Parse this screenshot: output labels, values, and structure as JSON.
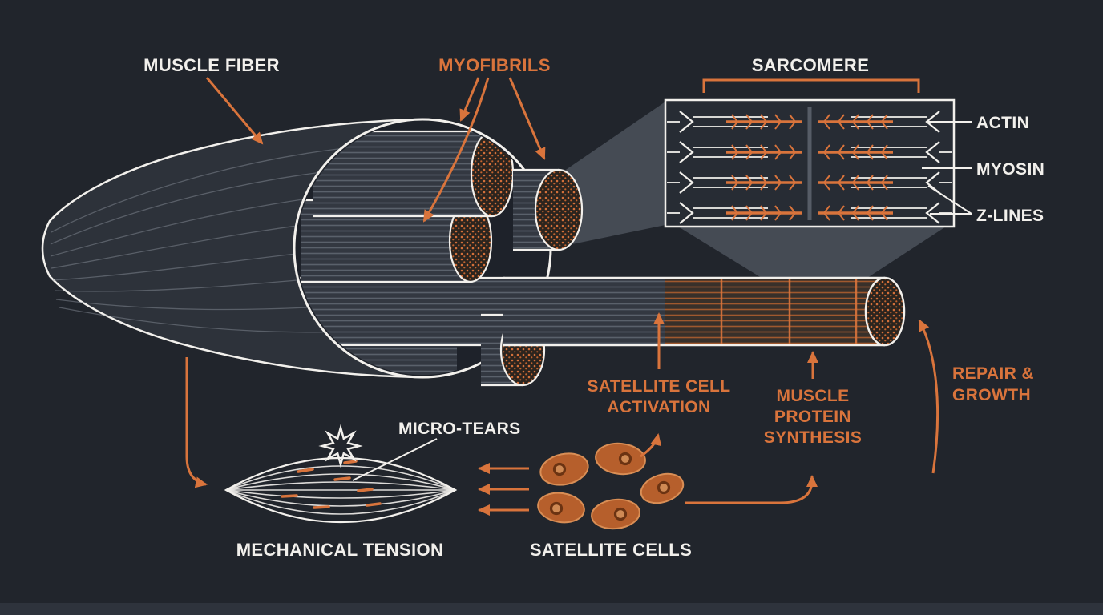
{
  "colors": {
    "background": "#21252c",
    "accent": "#d9743c",
    "text_white": "#f2f0ec",
    "panel": "#272c34",
    "wedge": "#454b54",
    "shape_fill": "#2d323a"
  },
  "labels": {
    "muscle_fiber": "MUSCLE FIBER",
    "myofibrils": "MYOFIBRILS",
    "sarcomere": "SARCOMERE",
    "actin": "ACTIN",
    "myosin": "MYOSIN",
    "z_lines": "Z-LINES",
    "micro_tears": "MICRO-TEARS",
    "mechanical_tension": "MECHANICAL TENSION",
    "satellite_cells": "SATELLITE CELLS",
    "satellite_cell_activation": {
      "line1": "SATELLITE CELL",
      "line2": "ACTIVATION"
    },
    "muscle_protein_synthesis": {
      "line1": "MUSCLE",
      "line2": "PROTEIN",
      "line3": "SYNTHESIS"
    },
    "repair_growth": {
      "line1": "REPAIR &",
      "line2": "GROWTH"
    }
  }
}
